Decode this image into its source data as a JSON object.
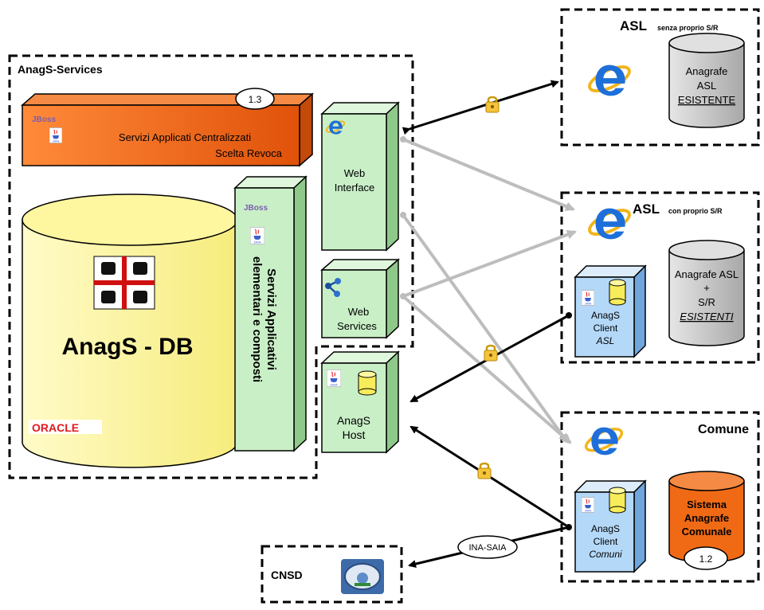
{
  "main": {
    "title": "AnagS-Services",
    "version_top": "1.3",
    "central_services_line1": "Servizi Applicati Centralizzati",
    "central_services_line2": "Scelta Revoca",
    "db_label": "AnagS - DB",
    "oracle_label": "ORACLE",
    "jboss_label": "JBoss",
    "java_label": "JAVA",
    "vertical_line1": "Servizi Applicativi",
    "vertical_line2": "elementari e composti",
    "web_interface_line1": "Web",
    "web_interface_line2": "Interface",
    "web_services_line1": "Web",
    "web_services_line2": "Services",
    "host_line1": "AnagS",
    "host_line2": "Host"
  },
  "asl_no_sr": {
    "title": "ASL",
    "subtitle": "senza proprio S/R",
    "db_line1": "Anagrafe",
    "db_line2": "ASL",
    "db_line3": "ESISTENTE"
  },
  "asl_sr": {
    "title": "ASL",
    "subtitle": "con proprio S/R",
    "db_line1": "Anagrafe ASL",
    "db_line2": "+",
    "db_line3": "S/R",
    "db_line4": "ESISTENTI",
    "client_line1": "AnagS",
    "client_line2": "Client",
    "client_line3": "ASL"
  },
  "comune": {
    "title": "Comune",
    "db_line1": "Sistema",
    "db_line2": "Anagrafe",
    "db_line3": "Comunale",
    "version": "1.2",
    "client_line1": "AnagS",
    "client_line2": "Client",
    "client_line3": "Comuni"
  },
  "cnsd": {
    "title": "CNSD"
  },
  "link_label": "INA-SAIA",
  "colors": {
    "orange": "#f26b1d",
    "yellow_db": "#fff8a0",
    "green_box": "#c9efc7",
    "blue_box": "#b4d8f8",
    "gray_db": "#c8c8c8",
    "ie_blue": "#1e6fd9"
  }
}
